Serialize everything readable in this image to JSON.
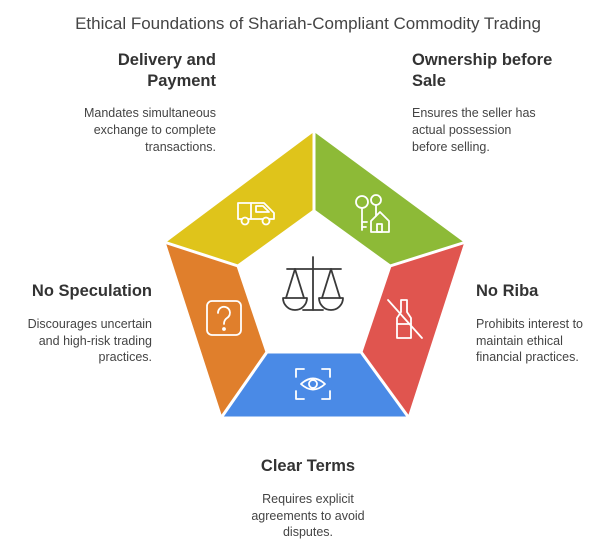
{
  "title": "Ethical Foundations of Shariah-Compliant Commodity Trading",
  "center_icon": "scales-icon",
  "sections": [
    {
      "id": "delivery",
      "title_lines": [
        "Delivery and",
        "Payment"
      ],
      "description_lines": [
        "Mandates simultaneous",
        "exchange to complete",
        "transactions."
      ],
      "color": "#dfc41b",
      "icon": "delivery-truck-icon"
    },
    {
      "id": "ownership",
      "title_lines": [
        "Ownership before",
        "Sale"
      ],
      "description_lines": [
        "Ensures the seller has",
        "actual possession",
        "before selling."
      ],
      "color": "#8dba37",
      "icon": "keys-house-icon"
    },
    {
      "id": "no-riba",
      "title_lines": [
        "No Riba"
      ],
      "description_lines": [
        "Prohibits interest to",
        "maintain ethical",
        "financial practices."
      ],
      "color": "#e0554f",
      "icon": "no-bottle-icon"
    },
    {
      "id": "clear-terms",
      "title_lines": [
        "Clear Terms"
      ],
      "description_lines": [
        "Requires explicit",
        "agreements to avoid",
        "disputes."
      ],
      "color": "#4a8ae6",
      "icon": "eye-icon"
    },
    {
      "id": "no-speculation",
      "title_lines": [
        "No Speculation"
      ],
      "description_lines": [
        "Discourages uncertain",
        "and high-risk trading",
        "practices."
      ],
      "color": "#e07f2c",
      "icon": "question-icon"
    }
  ]
}
